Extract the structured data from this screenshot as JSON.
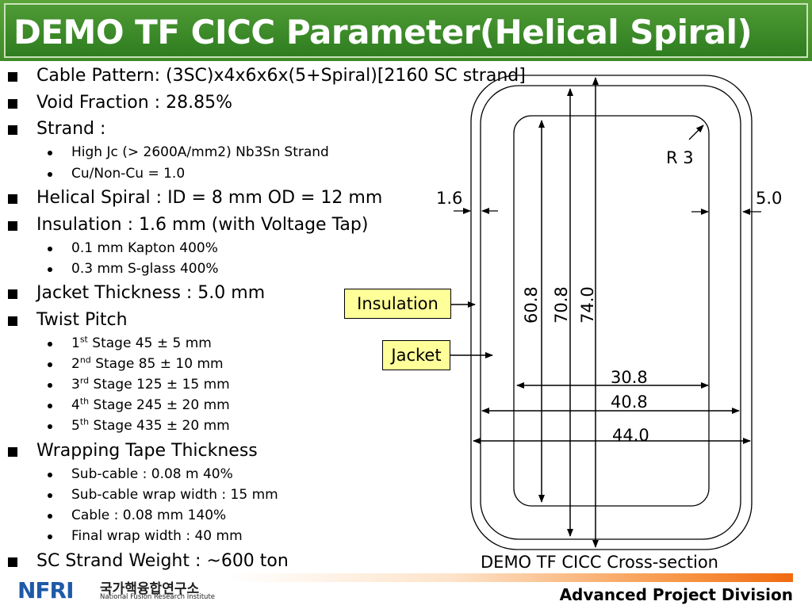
{
  "title": "DEMO TF CICC Parameter(Helical Spiral)",
  "bullets": {
    "cable_pattern": "Cable Pattern: (3SC)x4x6x6x(5+Spiral)[2160 SC strand]",
    "void_fraction": "Void Fraction : 28.85%",
    "strand": "Strand :",
    "strand_sub": [
      "High Jc (> 2600A/mm2) Nb3Sn Strand",
      "Cu/Non-Cu = 1.0"
    ],
    "helical_spiral": "Helical Spiral : ID = 8 mm OD = 12 mm",
    "insulation": "Insulation : 1.6 mm (with Voltage Tap)",
    "insulation_sub": [
      "0.1 mm Kapton 400%",
      "0.3 mm S-glass 400%"
    ],
    "jacket_thickness": "Jacket Thickness : 5.0 mm",
    "twist_pitch": "Twist Pitch",
    "twist_stages": [
      {
        "num": "1",
        "sup": "st",
        "rest": " Stage 45 ± 5 mm"
      },
      {
        "num": "2",
        "sup": "nd",
        "rest": " Stage 85 ± 10 mm"
      },
      {
        "num": "3",
        "sup": "rd",
        "rest": " Stage 125 ± 15 mm"
      },
      {
        "num": "4",
        "sup": "th",
        "rest": " Stage 245 ± 20 mm"
      },
      {
        "num": "5",
        "sup": "th",
        "rest": " Stage 435 ± 20 mm"
      }
    ],
    "wrapping_tape": "Wrapping Tape Thickness",
    "wrapping_sub": [
      "Sub-cable : 0.08 m 40%",
      "Sub-cable wrap width : 15 mm",
      "Cable : 0.08 mm 140%",
      "Final wrap width : 40 mm"
    ],
    "sc_strand_weight": "SC Strand Weight : ~600 ton"
  },
  "diagram": {
    "dims": {
      "r": "R 3",
      "ins_thk": "1.6",
      "jacket_thk": "5.0",
      "h_inner": "60.8",
      "h_mid": "70.8",
      "h_outer": "74.0",
      "w_inner": "30.8",
      "w_mid": "40.8",
      "w_outer": "44.0"
    },
    "insulation_label": "Insulation",
    "jacket_label": "Jacket",
    "caption": "DEMO TF CICC Cross-section"
  },
  "footer": {
    "division": "Advanced Project Division",
    "logo_mark": "NFRI",
    "logo_korean": "국가핵융합연구소",
    "logo_english": "National Fusion Research Institute"
  },
  "colors": {
    "title_green": "#3f8a28",
    "callout_yellow": "#ffff99",
    "footer_orange": "#f06a10",
    "logo_blue": "#1e5aa8"
  }
}
